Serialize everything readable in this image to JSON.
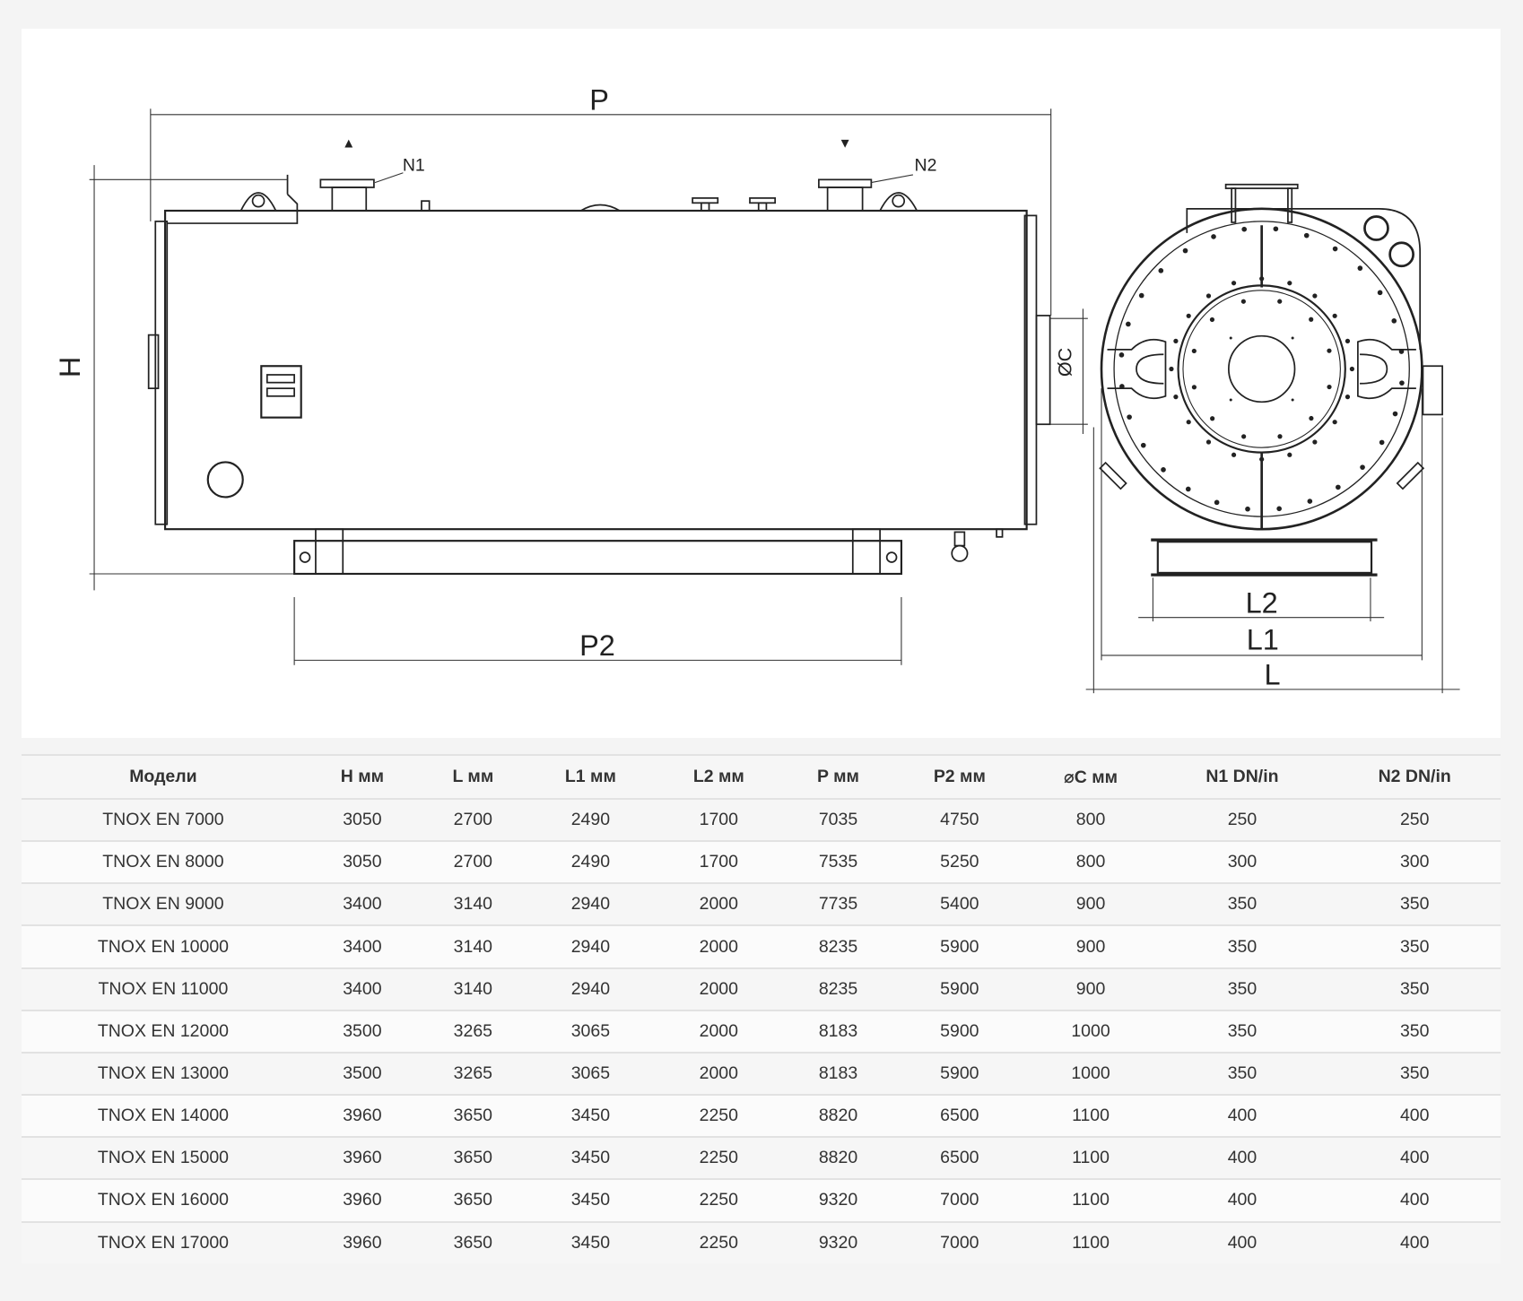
{
  "drawing": {
    "labels": {
      "P": "P",
      "P2": "P2",
      "H": "H",
      "C": "ØC",
      "N1": "N1",
      "N2": "N2",
      "L": "L",
      "L1": "L1",
      "L2": "L2"
    }
  },
  "table": {
    "headers": [
      "Модели",
      "H мм",
      "L мм",
      "L1 мм",
      "L2 мм",
      "P мм",
      "P2 мм",
      "⌀C мм",
      "N1 DN/in",
      "N2 DN/in"
    ],
    "rows": [
      [
        "TNOX EN 7000",
        "3050",
        "2700",
        "2490",
        "1700",
        "7035",
        "4750",
        "800",
        "250",
        "250"
      ],
      [
        "TNOX EN 8000",
        "3050",
        "2700",
        "2490",
        "1700",
        "7535",
        "5250",
        "800",
        "300",
        "300"
      ],
      [
        "TNOX EN 9000",
        "3400",
        "3140",
        "2940",
        "2000",
        "7735",
        "5400",
        "900",
        "350",
        "350"
      ],
      [
        "TNOX EN 10000",
        "3400",
        "3140",
        "2940",
        "2000",
        "8235",
        "5900",
        "900",
        "350",
        "350"
      ],
      [
        "TNOX EN 11000",
        "3400",
        "3140",
        "2940",
        "2000",
        "8235",
        "5900",
        "900",
        "350",
        "350"
      ],
      [
        "TNOX EN 12000",
        "3500",
        "3265",
        "3065",
        "2000",
        "8183",
        "5900",
        "1000",
        "350",
        "350"
      ],
      [
        "TNOX EN 13000",
        "3500",
        "3265",
        "3065",
        "2000",
        "8183",
        "5900",
        "1000",
        "350",
        "350"
      ],
      [
        "TNOX EN 14000",
        "3960",
        "3650",
        "3450",
        "2250",
        "8820",
        "6500",
        "1100",
        "400",
        "400"
      ],
      [
        "TNOX EN 15000",
        "3960",
        "3650",
        "3450",
        "2250",
        "8820",
        "6500",
        "1100",
        "400",
        "400"
      ],
      [
        "TNOX EN 16000",
        "3960",
        "3650",
        "3450",
        "2250",
        "9320",
        "7000",
        "1100",
        "400",
        "400"
      ],
      [
        "TNOX EN 17000",
        "3960",
        "3650",
        "3450",
        "2250",
        "9320",
        "7000",
        "1100",
        "400",
        "400"
      ]
    ]
  }
}
